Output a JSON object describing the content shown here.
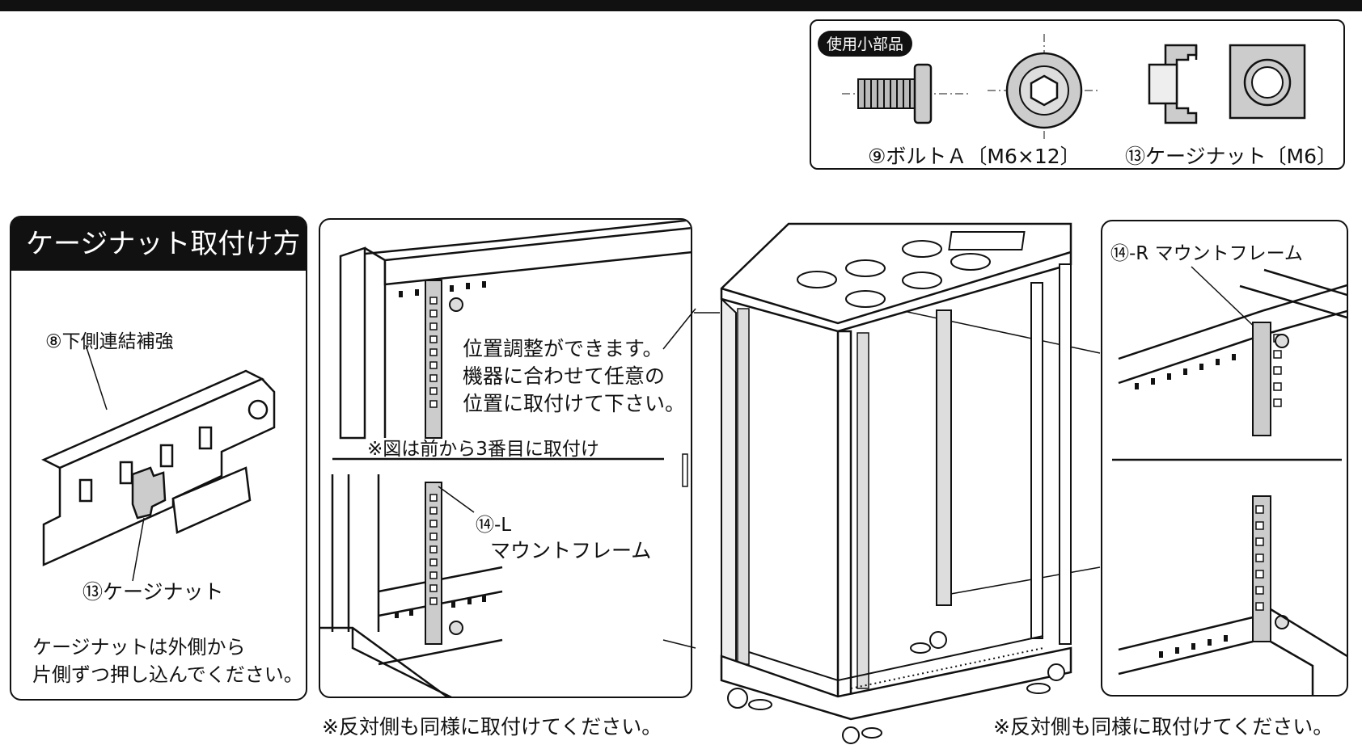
{
  "parts_box": {
    "label": "使用小部品",
    "bolt_caption": "⑨ボルトＡ〔M6×12〕",
    "cage_nut_caption": "⑬ケージナット〔M6〕"
  },
  "cage_nut_panel": {
    "title": "ケージナット取付け方",
    "reinforcement_label": "⑧下側連結補強",
    "cage_nut_label": "⑬ケージナット",
    "instruction_line1": "ケージナットは外側から",
    "instruction_line2": "片側ずつ押し込んでください。"
  },
  "left_detail": {
    "note_line1": "位置調整ができます。",
    "note_line2": "機器に合わせて任意の",
    "note_line3": "位置に取付けて下さい。",
    "figure_note": "※図は前から3番目に取付け",
    "frame_id": "⑭-L",
    "frame_name": "マウントフレーム",
    "footer": "※反対側も同様に取付けてください。"
  },
  "right_detail": {
    "frame_label": "⑭-R マウントフレーム",
    "footer": "※反対側も同様に取付けてください。"
  }
}
